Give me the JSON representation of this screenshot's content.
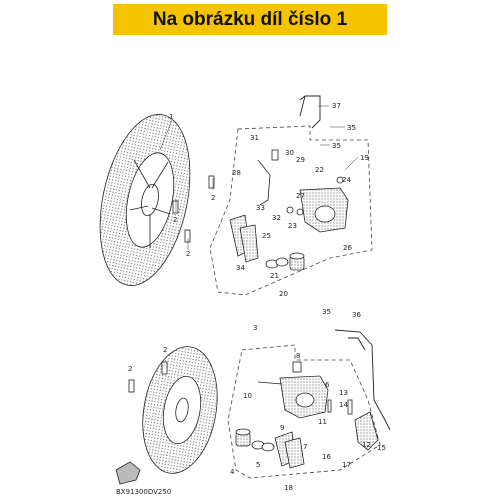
{
  "banner": {
    "text": "Na obrázku díl číslo 1",
    "color": "#f5c400"
  },
  "diagram_code": "BX91300DV250",
  "parts_top": [
    "1",
    "2",
    "2",
    "2",
    "37",
    "35",
    "35",
    "31",
    "30",
    "29",
    "28",
    "19",
    "22",
    "24",
    "27",
    "33",
    "32",
    "23",
    "25",
    "26",
    "34",
    "21",
    "20"
  ],
  "parts_bottom": [
    "3",
    "35",
    "36",
    "2",
    "2",
    "8",
    "10",
    "6",
    "13",
    "14",
    "11",
    "12",
    "15",
    "9",
    "7",
    "16",
    "17",
    "4",
    "5",
    "18"
  ],
  "icons": {
    "front_arrow": "front-arrow-icon"
  }
}
